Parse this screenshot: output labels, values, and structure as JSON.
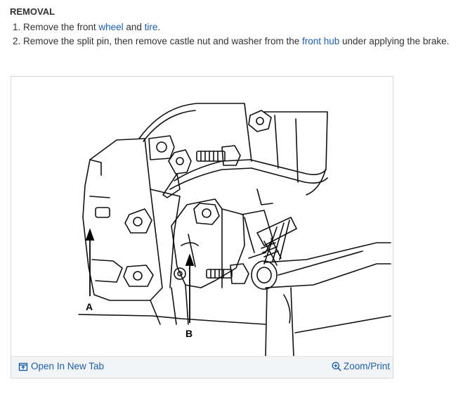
{
  "section": {
    "heading": "REMOVAL",
    "steps": [
      {
        "num": "1.",
        "before": "Remove the front ",
        "link1": "wheel",
        "mid": " and ",
        "link2": "tire",
        "after": "."
      },
      {
        "num": "2.",
        "before": "Remove the split pin, then remove castle nut and washer from the ",
        "link1": "front hub",
        "after": " under applying the brake."
      }
    ]
  },
  "figure": {
    "label_a": "A",
    "label_b": "B",
    "open_tab_label": "Open In New Tab",
    "zoom_label": "Zoom/Print",
    "icons": {
      "open_tab": "open-new-tab-icon",
      "zoom": "zoom-in-icon"
    },
    "link_color": "#1d5fa8"
  }
}
